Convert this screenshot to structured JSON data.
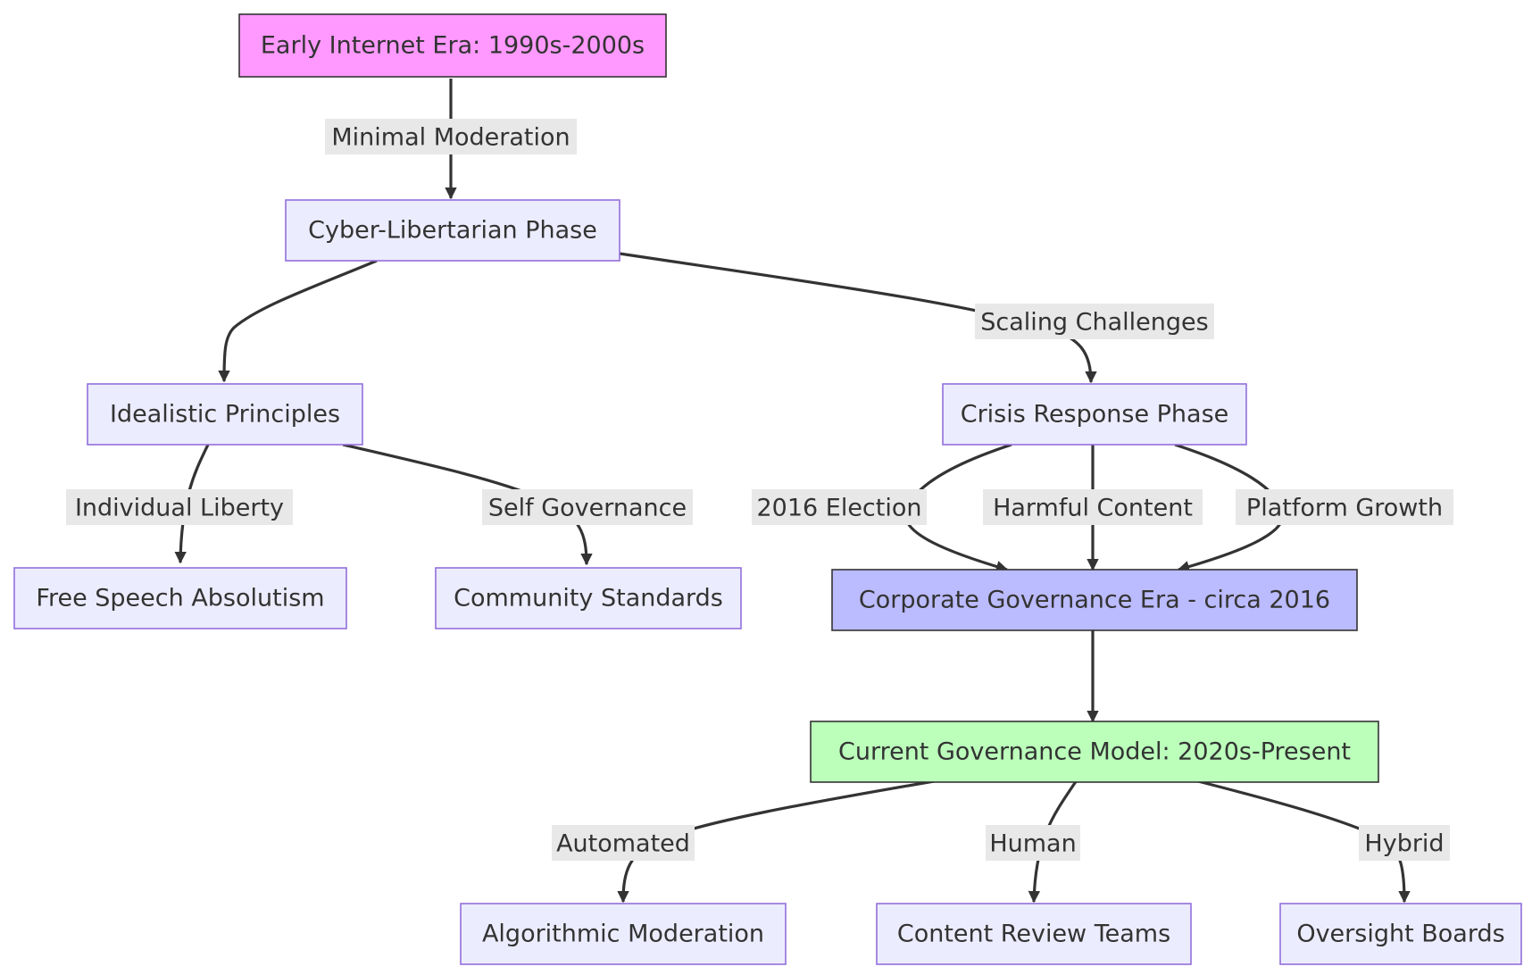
{
  "nodes": {
    "early_internet": {
      "label": "Early Internet Era: 1990s-2000s",
      "fill": "#ff99ff",
      "stroke": "#333333"
    },
    "cyber_libertarian": {
      "label": "Cyber-Libertarian Phase",
      "fill": "#ececff",
      "stroke": "#9370db"
    },
    "idealistic": {
      "label": "Idealistic Principles",
      "fill": "#ececff",
      "stroke": "#9370db"
    },
    "crisis_response": {
      "label": "Crisis Response Phase",
      "fill": "#ececff",
      "stroke": "#9370db"
    },
    "free_speech": {
      "label": "Free Speech Absolutism",
      "fill": "#ececff",
      "stroke": "#9370db"
    },
    "community_standards": {
      "label": "Community Standards",
      "fill": "#ececff",
      "stroke": "#9370db"
    },
    "corporate_governance": {
      "label": "Corporate Governance Era - circa 2016",
      "fill": "#bbbbff",
      "stroke": "#333333"
    },
    "current_model": {
      "label": "Current Governance Model: 2020s-Present",
      "fill": "#bbffbb",
      "stroke": "#333333"
    },
    "algorithmic": {
      "label": "Algorithmic Moderation",
      "fill": "#ececff",
      "stroke": "#9370db"
    },
    "review_teams": {
      "label": "Content Review Teams",
      "fill": "#ececff",
      "stroke": "#9370db"
    },
    "oversight": {
      "label": "Oversight Boards",
      "fill": "#ececff",
      "stroke": "#9370db"
    }
  },
  "edges": {
    "early_to_cyber": {
      "from": "early_internet",
      "to": "cyber_libertarian",
      "label": "Minimal Moderation"
    },
    "cyber_to_idealistic": {
      "from": "cyber_libertarian",
      "to": "idealistic",
      "label": ""
    },
    "cyber_to_crisis": {
      "from": "cyber_libertarian",
      "to": "crisis_response",
      "label": "Scaling Challenges"
    },
    "idealistic_to_free_speech": {
      "from": "idealistic",
      "to": "free_speech",
      "label": "Individual Liberty"
    },
    "idealistic_to_community": {
      "from": "idealistic",
      "to": "community_standards",
      "label": "Self Governance"
    },
    "crisis_to_corporate_election": {
      "from": "crisis_response",
      "to": "corporate_governance",
      "label": "2016 Election"
    },
    "crisis_to_corporate_harmful": {
      "from": "crisis_response",
      "to": "corporate_governance",
      "label": "Harmful Content"
    },
    "crisis_to_corporate_growth": {
      "from": "crisis_response",
      "to": "corporate_governance",
      "label": "Platform Growth"
    },
    "corporate_to_current": {
      "from": "corporate_governance",
      "to": "current_model",
      "label": ""
    },
    "current_to_algorithmic": {
      "from": "current_model",
      "to": "algorithmic",
      "label": "Automated"
    },
    "current_to_review": {
      "from": "current_model",
      "to": "review_teams",
      "label": "Human"
    },
    "current_to_oversight": {
      "from": "current_model",
      "to": "oversight",
      "label": "Hybrid"
    }
  },
  "colors": {
    "edge_stroke": "#333333",
    "label_background": "#e8e8e8",
    "text": "#333333"
  }
}
